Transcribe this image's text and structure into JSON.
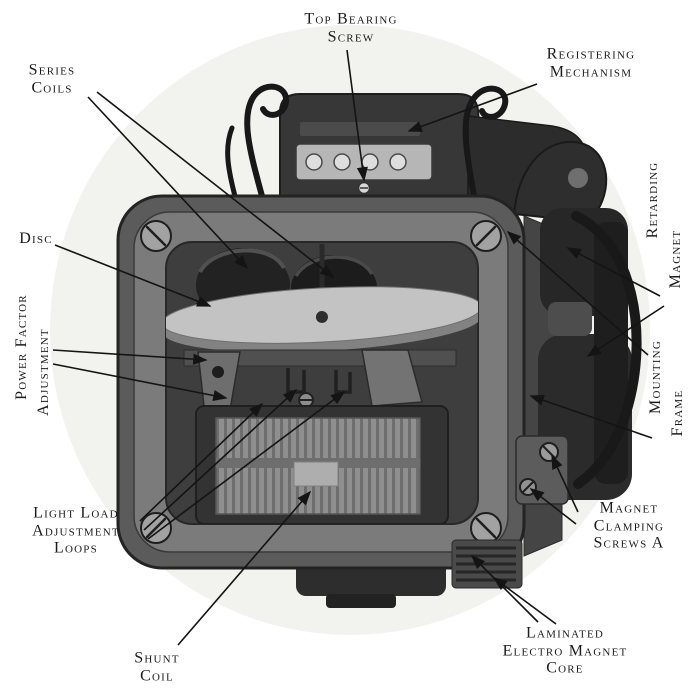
{
  "figure": {
    "background": "#ffffff",
    "ink": "#1b1b1b",
    "labels": {
      "top_bearing_screw": {
        "lines": [
          "Top Bearing",
          "Screw"
        ]
      },
      "registering_mechanism": {
        "lines": [
          "Registering",
          "Mechanism"
        ]
      },
      "series_coils": {
        "lines": [
          "Series",
          "Coils"
        ]
      },
      "retarding_magnet": {
        "lines": [
          "Retarding",
          "Magnet"
        ]
      },
      "disc": {
        "lines": [
          "Disc"
        ]
      },
      "mounting_frame": {
        "lines": [
          "Mounting",
          "Frame"
        ]
      },
      "power_factor_adjustment": {
        "lines": [
          "Power Factor",
          "Adjustment"
        ]
      },
      "light_load_adjustment_loops": {
        "lines": [
          "Light Load",
          "Adjustment",
          "Loops"
        ]
      },
      "magnet_clamping_screws": {
        "lines": [
          "Magnet",
          "Clamping",
          "Screws A"
        ]
      },
      "shunt_coil": {
        "lines": [
          "Shunt",
          "Coil"
        ]
      },
      "laminated_electro_magnet_core": {
        "lines": [
          "Laminated",
          "Electro Magnet",
          "Core"
        ]
      }
    }
  }
}
